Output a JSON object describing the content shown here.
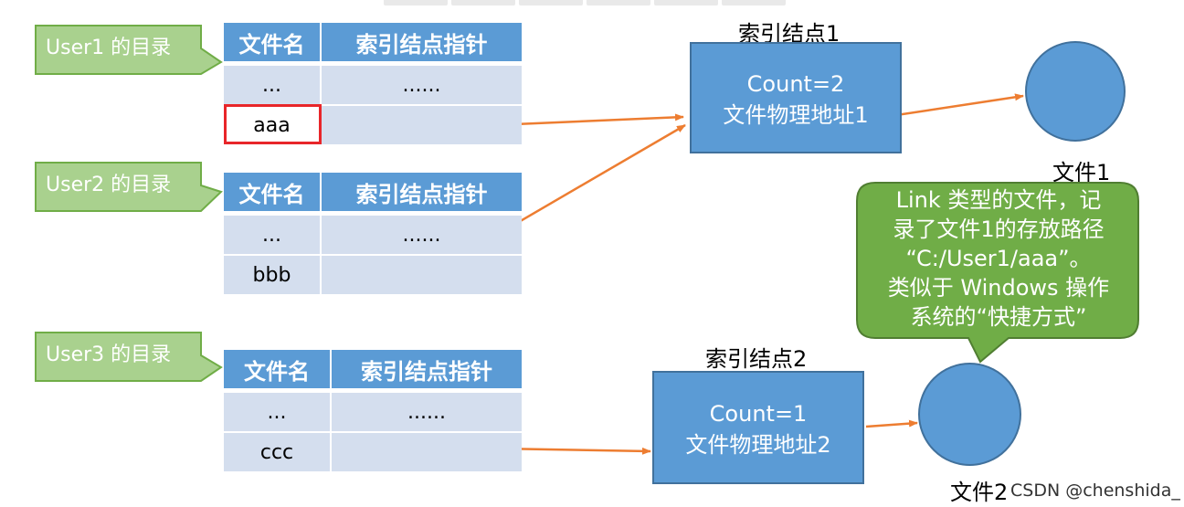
{
  "users": [
    {
      "label": "User1 的目录",
      "rows": [
        [
          "...",
          "......"
        ],
        [
          "aaa",
          ""
        ]
      ]
    },
    {
      "label": "User2 的目录",
      "rows": [
        [
          "...",
          "......"
        ],
        [
          "bbb",
          ""
        ]
      ]
    },
    {
      "label": "User3 的目录",
      "rows": [
        [
          "...",
          "......"
        ],
        [
          "ccc",
          ""
        ]
      ]
    }
  ],
  "table_header": {
    "name": "文件名",
    "pointer": "索引结点指针"
  },
  "inodes": [
    {
      "title": "索引结点1",
      "line1": "Count=2",
      "line2": "文件物理地址1"
    },
    {
      "title": "索引结点2",
      "line1": "Count=1",
      "line2": "文件物理地址2"
    }
  ],
  "files": [
    {
      "label": "文件1"
    },
    {
      "label": "文件2"
    }
  ],
  "speech_bubble": {
    "lines": [
      "Link 类型的文件，记",
      "录了文件1的存放路径",
      "“C:/User1/aaa”。",
      "类似于 Windows 操作",
      "系统的“快捷方式”"
    ]
  },
  "watermark": "CSDN @chenshida_",
  "colors": {
    "callout_fill": "#a9d18e",
    "callout_border": "#70ad47",
    "node_blue": "#5b9bd5",
    "table_row": "#d4deee",
    "arrow": "#ed7d31",
    "highlight": "#e8262a",
    "bubble_green": "#70ad47"
  }
}
